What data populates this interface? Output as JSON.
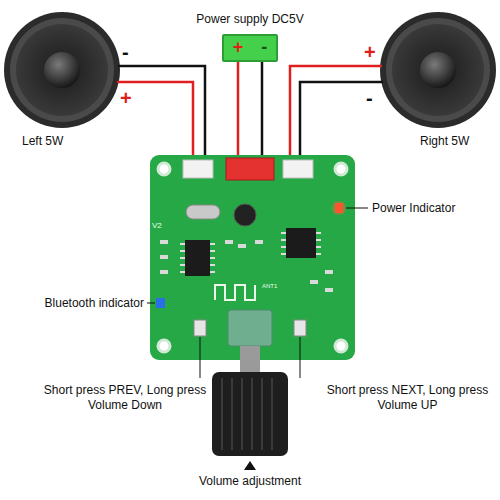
{
  "diagram": {
    "nodes": [
      {
        "text": [
          "Power supply DC5V",
          "+",
          "-"
        ]
      }
    ],
    "labels": [
      "-",
      "+",
      "Left 5W",
      "+",
      "-",
      "Right 5W",
      "V2",
      "ANT1",
      "Power Indicator",
      "Bluetooth indicator",
      "Short press PREV, Long press Volume Down",
      "Short press NEXT, Long press Volume UP",
      "Volume adjustment"
    ]
  }
}
